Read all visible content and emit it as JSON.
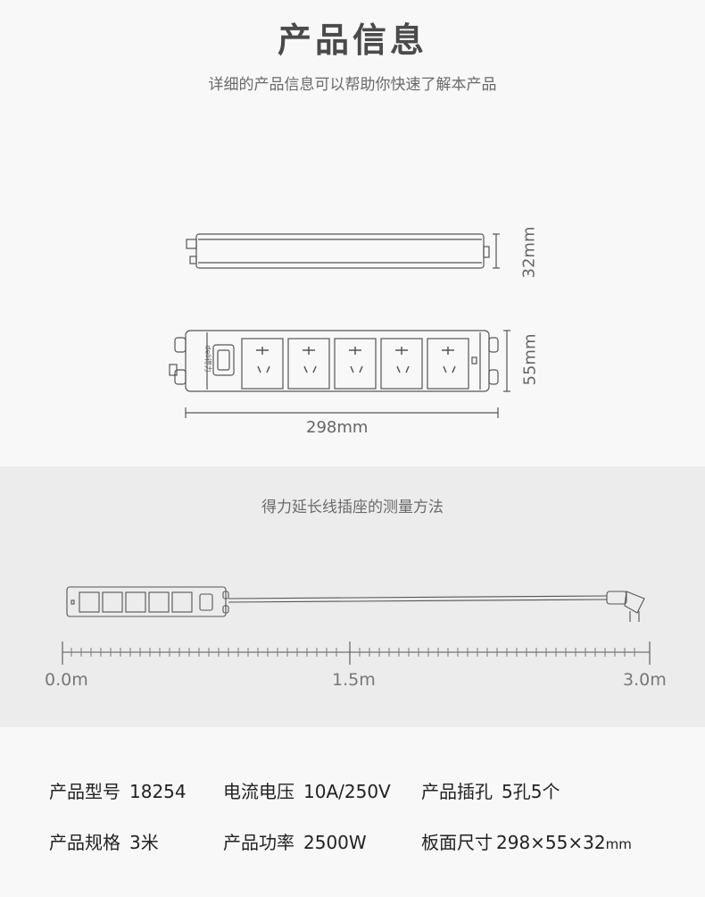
{
  "header": {
    "title": "产品信息",
    "subtitle": "详细的产品信息可以帮助你快速了解本产品"
  },
  "diagram": {
    "brand_text": "deli得力",
    "height_label": "32mm",
    "width_label": "55mm",
    "length_label": "298mm"
  },
  "measure": {
    "title": "得力延长线插座的测量方法",
    "scale_start": "0.0m",
    "scale_mid": "1.5m",
    "scale_end": "3.0m"
  },
  "specs": [
    {
      "key": "产品型号",
      "value": "18254"
    },
    {
      "key": "电流电压",
      "value": "10A/250V"
    },
    {
      "key": "产品插孔",
      "value": "5孔5个"
    },
    {
      "key": "产品规格",
      "value": "3米"
    },
    {
      "key": "产品功率",
      "value": "2500W"
    },
    {
      "key": "板面尺寸",
      "value": "298×55×32",
      "unit": "mm"
    }
  ],
  "colors": {
    "line": "#555555",
    "band": "#ececec",
    "background": "#f8f8f8"
  }
}
